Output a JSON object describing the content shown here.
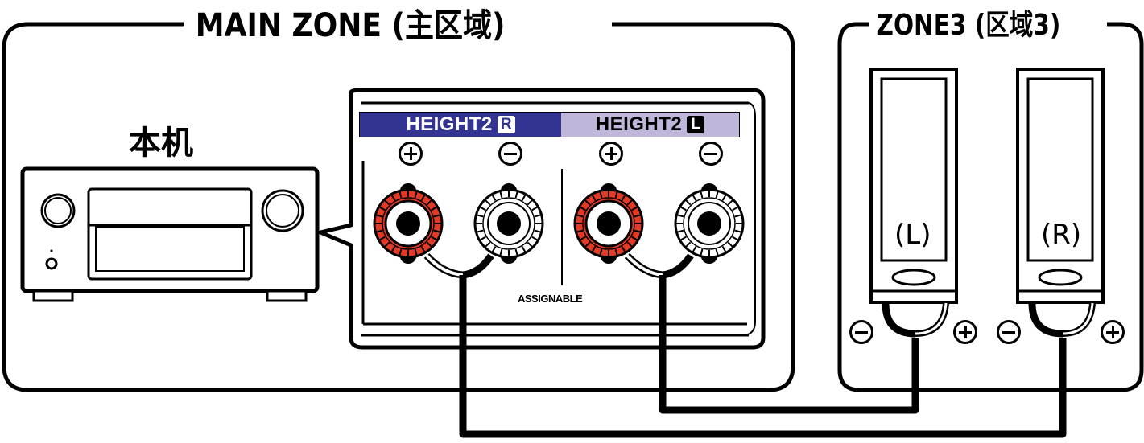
{
  "main_zone": {
    "title": "MAIN ZONE (主区域)"
  },
  "zone3": {
    "title": "ZONE3 (区域3)"
  },
  "unit": {
    "label": "本机"
  },
  "terminal_panel": {
    "bands": [
      {
        "label": "HEIGHT2",
        "badge": "R",
        "bg_color": "#333391",
        "text_color": "#ffffff",
        "badge_bg": "#ffffff",
        "badge_fg": "#333391"
      },
      {
        "label": "HEIGHT2",
        "badge": "L",
        "bg_color": "#bfb6d9",
        "text_color": "#000000",
        "badge_bg": "#000000",
        "badge_fg": "#ffffff"
      }
    ],
    "terminals": [
      {
        "polarity": "+",
        "color": "red"
      },
      {
        "polarity": "-",
        "color": "white"
      },
      {
        "polarity": "+",
        "color": "red"
      },
      {
        "polarity": "-",
        "color": "white"
      }
    ],
    "assignable_label": "ASSIGNABLE"
  },
  "speakers": [
    {
      "label": "(L)",
      "minus": "-",
      "plus": "+"
    },
    {
      "label": "(R)",
      "minus": "-",
      "plus": "+"
    }
  ],
  "colors": {
    "terminal_red": "#e23a27",
    "height2_r_band": "#333391",
    "height2_l_band": "#bfb6d9",
    "line": "#000000"
  }
}
